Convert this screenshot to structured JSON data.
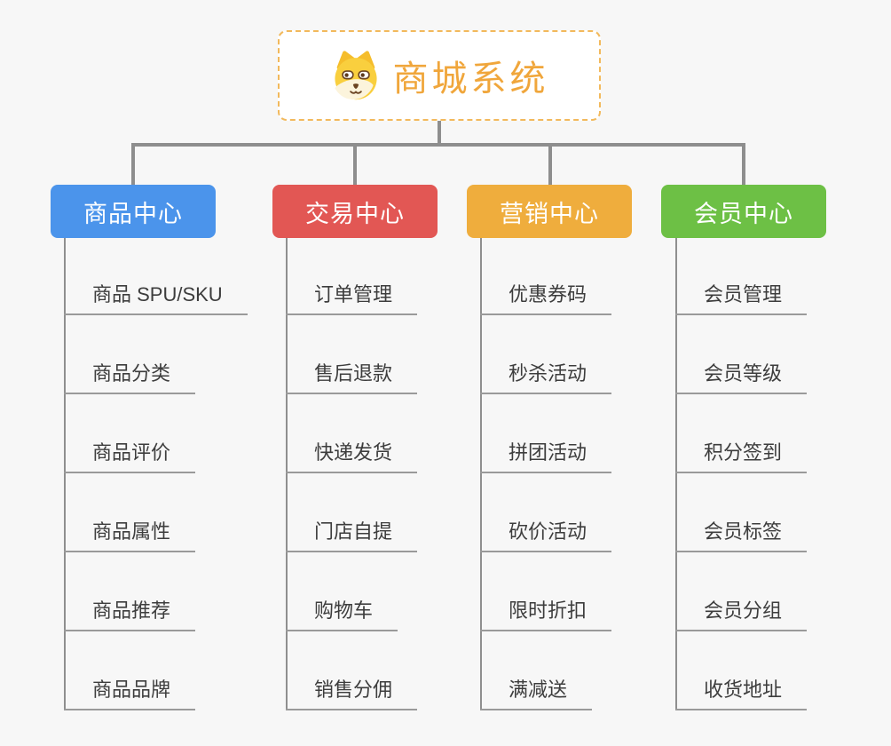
{
  "root": {
    "title": "商城系统",
    "icon": "dog-face-icon"
  },
  "colors": {
    "background": "#f7f7f7",
    "connector": "#8e8e8e",
    "item_underline": "#9a9a9a",
    "item_text": "#3d3d3d",
    "root_text": "#f0a63b",
    "root_border": "#f2b95c",
    "branch_product": "#4b94eb",
    "branch_trade": "#e25754",
    "branch_marketing": "#efad3d",
    "branch_member": "#6dc045"
  },
  "branches": [
    {
      "label": "商品中心",
      "color": "#4b94eb",
      "items": [
        "商品 SPU/SKU",
        "商品分类",
        "商品评价",
        "商品属性",
        "商品推荐",
        "商品品牌"
      ]
    },
    {
      "label": "交易中心",
      "color": "#e25754",
      "items": [
        "订单管理",
        "售后退款",
        "快递发货",
        "门店自提",
        "购物车",
        "销售分佣"
      ]
    },
    {
      "label": "营销中心",
      "color": "#efad3d",
      "items": [
        "优惠券码",
        "秒杀活动",
        "拼团活动",
        "砍价活动",
        "限时折扣",
        "满减送"
      ]
    },
    {
      "label": "会员中心",
      "color": "#6dc045",
      "items": [
        "会员管理",
        "会员等级",
        "积分签到",
        "会员标签",
        "会员分组",
        "收货地址"
      ]
    }
  ]
}
